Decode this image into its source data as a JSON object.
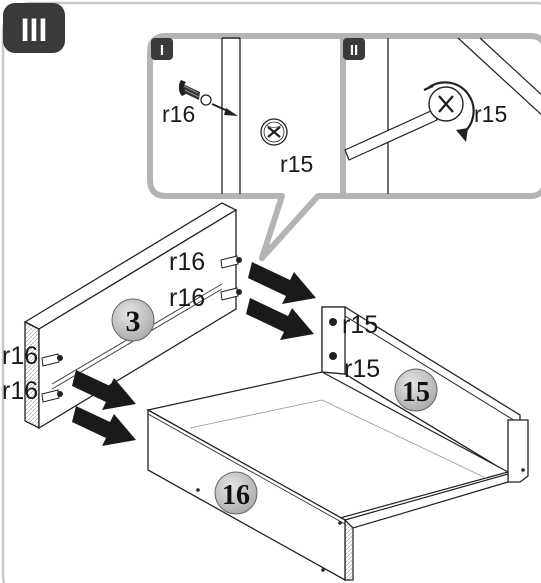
{
  "step": {
    "number": "III"
  },
  "detail_panels": [
    {
      "tab": "I",
      "hardware_labels": [
        "r16",
        "r15"
      ]
    },
    {
      "tab": "II",
      "hardware_labels": [
        "r15"
      ]
    }
  ],
  "parts": {
    "back_panel": "3",
    "side_panel": "15",
    "front_panel": "16"
  },
  "hardware_labels": {
    "back_upper": "r16",
    "back_lower": "r16",
    "left_upper": "r16",
    "left_lower": "r16",
    "side_upper": "r15",
    "side_lower": "r15"
  },
  "colors": {
    "badge_fill": "#3a3a3a",
    "callout_border": "#b4b4b4",
    "arrow": "#1a1a1a",
    "part_badge": "#c8c8c8"
  }
}
